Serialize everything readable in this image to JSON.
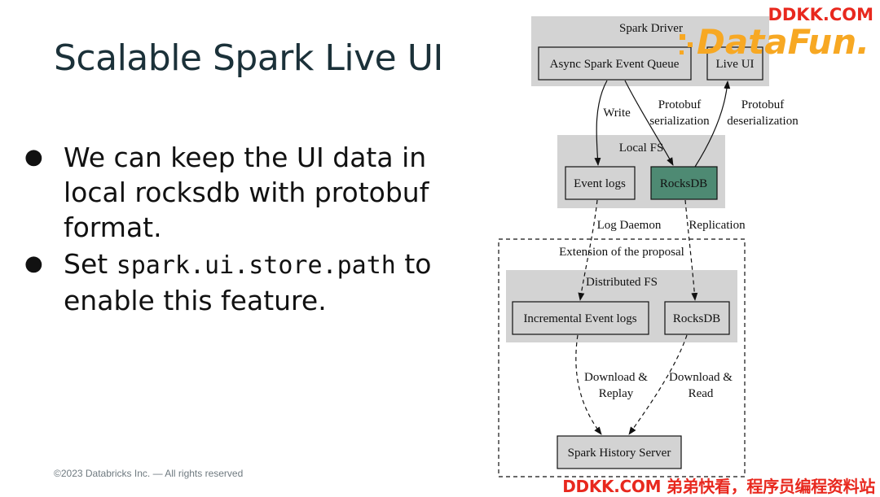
{
  "slide": {
    "title": "Scalable Spark Live UI",
    "bullets": [
      {
        "text": "We can keep the UI data in local rocksdb with protobuf format."
      },
      {
        "prefix": "Set ",
        "code": "spark.ui.store.path",
        "suffix": " to enable this feature."
      }
    ],
    "footer": "©2023 Databricks Inc. — All rights reserved"
  },
  "watermarks": {
    "top": "DDKK.COM",
    "bottom": "DDKK.COM 弟弟快看，程序员编程资料站",
    "logo": "DataFun."
  },
  "diagram": {
    "clusters": {
      "spark_driver": "Spark Driver",
      "local_fs": "Local FS",
      "extension": "Extension of the proposal",
      "distributed_fs": "Distributed FS"
    },
    "nodes": {
      "async_queue": "Async Spark Event Queue",
      "live_ui": "Live UI",
      "event_logs": "Event logs",
      "rocksdb_local": "RocksDB",
      "incremental_logs": "Incremental Event logs",
      "rocksdb_dist": "RocksDB",
      "history_server": "Spark History Server"
    },
    "edges": {
      "write": "Write",
      "protobuf_ser_1": "Protobuf",
      "protobuf_ser_2": "serialization",
      "protobuf_deser_1": "Protobuf",
      "protobuf_deser_2": "deserialization",
      "log_daemon": "Log Daemon",
      "replication": "Replication",
      "download_replay_1": "Download &",
      "download_replay_2": "Replay",
      "download_read_1": "Download &",
      "download_read_2": "Read"
    },
    "colors": {
      "cluster_fill": "#d3d3d3",
      "node_fill": "#d3d3d3",
      "rocksdb_fill": "#4e8a73",
      "stroke": "#111111"
    }
  }
}
